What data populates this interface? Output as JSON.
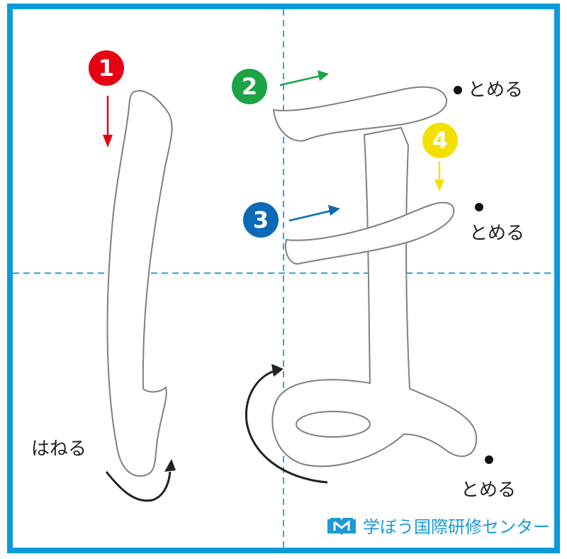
{
  "character": "ほ",
  "stroke_numbers": [
    "1",
    "2",
    "3",
    "4"
  ],
  "annotations": {
    "hane": "はねる",
    "tome_1": "とめる",
    "tome_2": "とめる",
    "tome_3": "とめる"
  },
  "logo": {
    "text": "学ぼう国際研修センター",
    "icon": "open-book-icon"
  },
  "colors": {
    "frame": "#0a9ad9",
    "guide": "#2ea7e0",
    "stroke1": "#e60012",
    "stroke2": "#1ca345",
    "stroke3": "#0a6ab6",
    "stroke4": "#f3e000",
    "outline": "#808080"
  }
}
